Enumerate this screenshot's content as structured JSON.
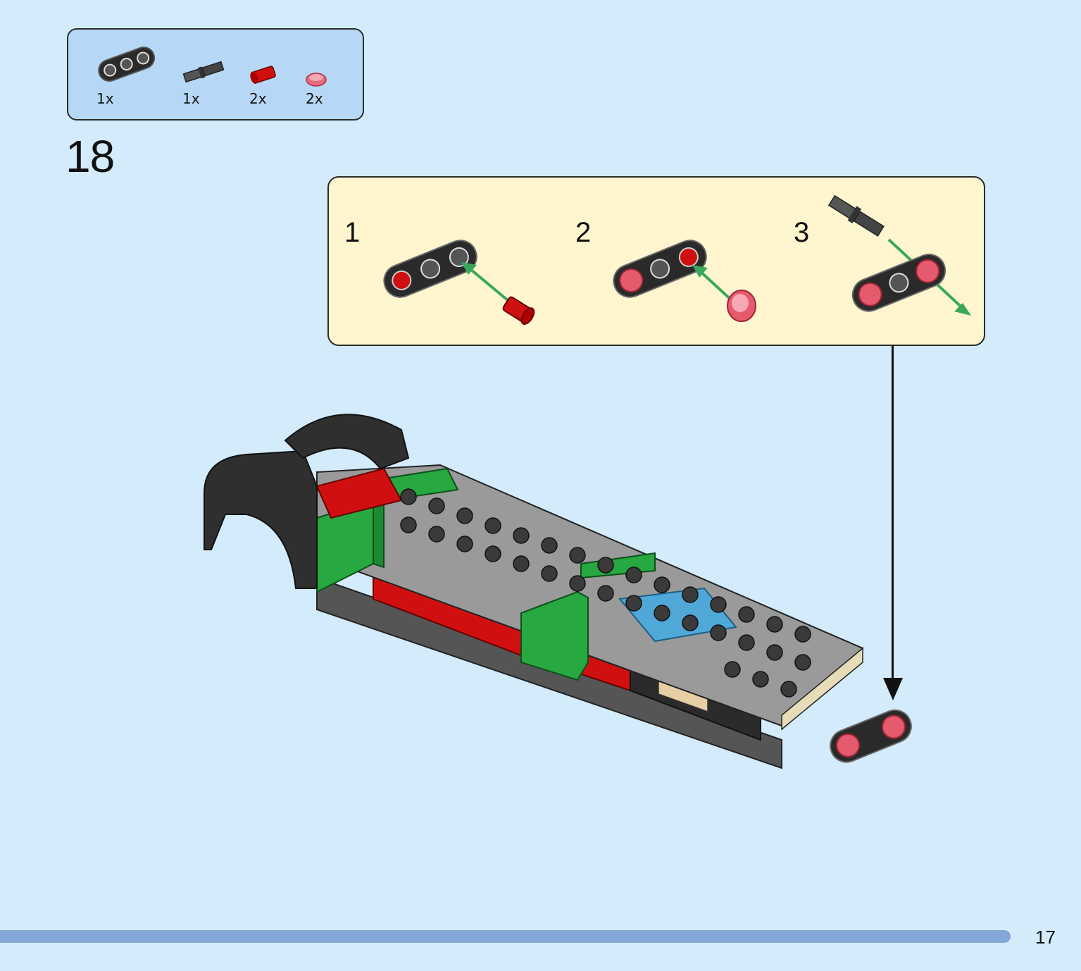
{
  "parts": [
    {
      "qty": "1x",
      "icon": "technic-beam-3-icon",
      "color": "#2a2a2a"
    },
    {
      "qty": "1x",
      "icon": "technic-axle-pin-icon",
      "color": "#3a3a3a"
    },
    {
      "qty": "2x",
      "icon": "red-pin-icon",
      "color": "#d01010"
    },
    {
      "qty": "2x",
      "icon": "trans-red-round-tile-icon",
      "color": "#f07a8a"
    }
  ],
  "step": {
    "number": "18"
  },
  "callout": {
    "substeps": [
      {
        "number": "1"
      },
      {
        "number": "2"
      },
      {
        "number": "3"
      }
    ]
  },
  "colors": {
    "background": "#d3ebfb",
    "parts_box": "#b6d8f6",
    "callout": "#fff5cf",
    "footer_bar": "#82a7d8",
    "assembly_arrow": "#3aa85a"
  },
  "page": {
    "number": "17"
  }
}
